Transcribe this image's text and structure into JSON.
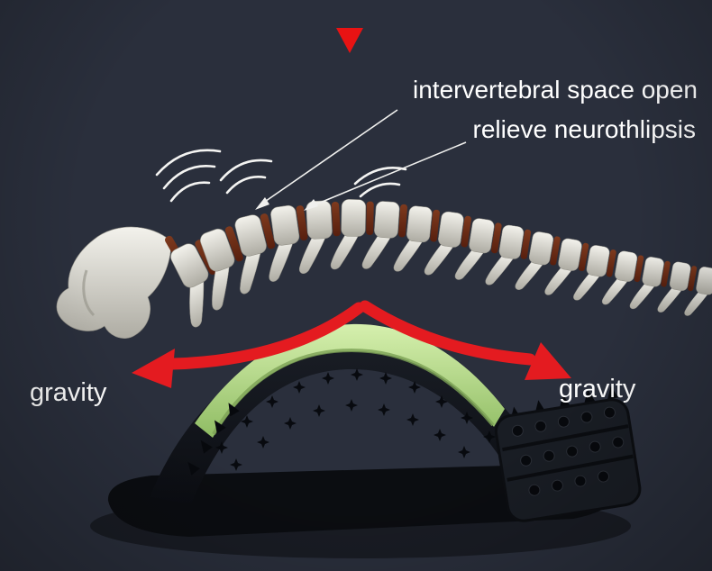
{
  "scene": {
    "background": "#2a2f3c",
    "description": "Spine arched over back stretcher device with gravity arrows"
  },
  "labels": {
    "callout_line1": "intervertebral space open",
    "callout_line2": "relieve neurothlipsis",
    "gravity_left": "gravity",
    "gravity_right": "gravity"
  },
  "icons": {
    "marker": "red-triangle-down-icon",
    "left_arrow": "curved-gravity-arrow-left",
    "right_arrow": "curved-gravity-arrow-right",
    "waves": "vibration-waves-icon"
  },
  "colors": {
    "marker_red": "#e81313",
    "arrow_red": "#e41b20",
    "bone_light": "#f3f2ec",
    "bone_dark": "#aeaca3",
    "disc_brown": "#7e3a1e",
    "disc_brown_dark": "#571f0e",
    "pad_green_light": "#d6f0ae",
    "pad_green_dark": "#8fbc63",
    "device_dark": "#1a1e26",
    "device_darker": "#0b0d12",
    "text": "#ffffff"
  }
}
